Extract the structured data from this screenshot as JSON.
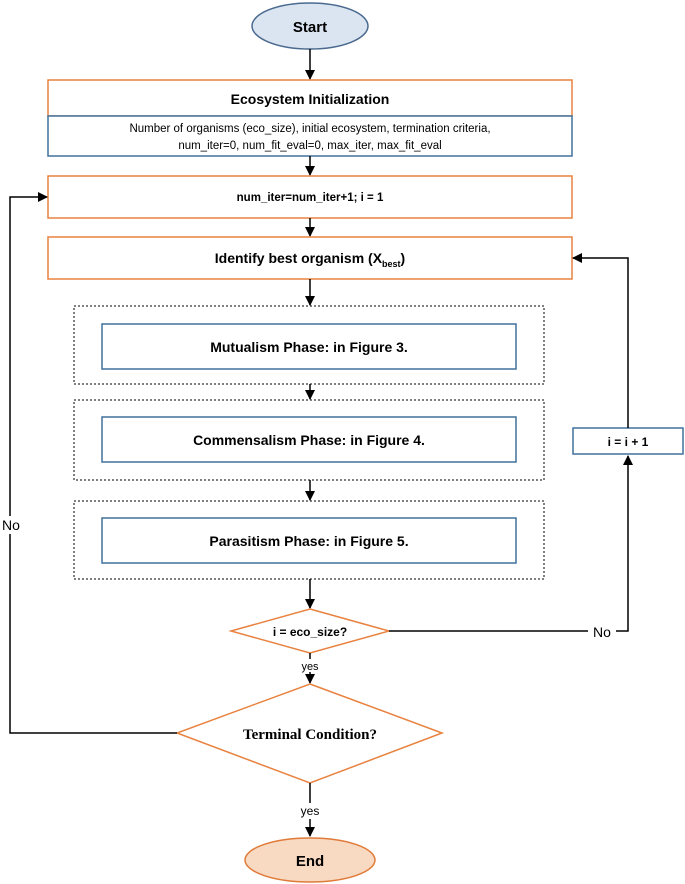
{
  "nodes": {
    "start": "Start",
    "init_title": "Ecosystem Initialization",
    "init_line1": "Number of organisms (eco_size), initial ecosystem, termination criteria,",
    "init_line2": "num_iter=0, num_fit_eval=0, max_iter, max_fit_eval",
    "iter_update": "num_iter=num_iter+1; i = 1",
    "identify_prefix": "Identify best organism (X",
    "identify_subscript": "best",
    "identify_suffix": ")",
    "mutualism": "Mutualism Phase: in Figure 3.",
    "commensalism": "Commensalism Phase: in Figure 4.",
    "parasitism": "Parasitism Phase: in Figure 5.",
    "i_increment": "i = i + 1",
    "decision_eco": "i = eco_size?",
    "decision_terminal": "Terminal Condition?",
    "end": "End"
  },
  "edge_labels": {
    "eco_no": "No",
    "eco_yes": "yes",
    "terminal_no": "No",
    "terminal_yes": "yes"
  },
  "colors": {
    "start_fill": "#dbe5f1",
    "start_stroke": "#4a6a8f",
    "end_fill": "#f8d9c2",
    "end_stroke": "#e07b39",
    "orange_stroke": "#e8823f",
    "blue_stroke": "#41719c",
    "arrow": "#000000"
  }
}
